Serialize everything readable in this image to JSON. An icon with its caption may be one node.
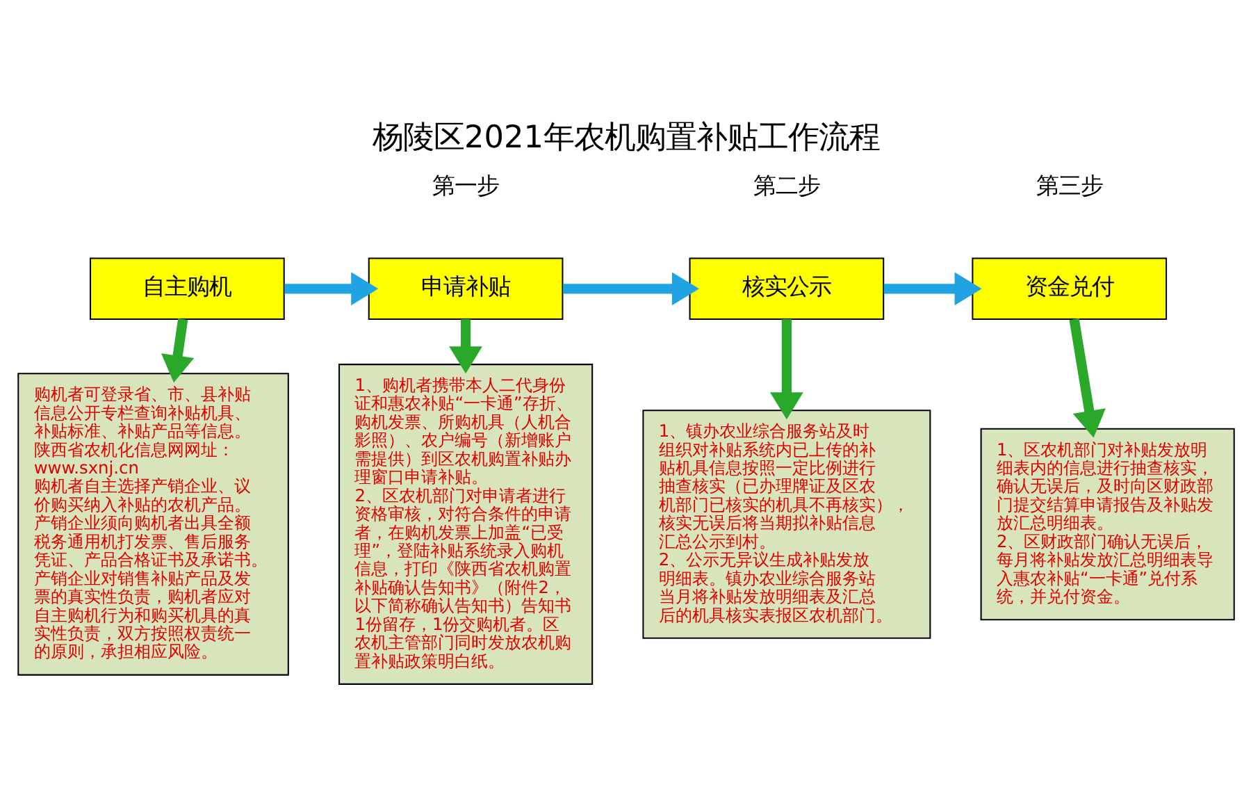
{
  "diagram": {
    "title": "杨陵区2021年农机购置补贴工作流程",
    "nodes": [
      {
        "text": [
          "自主购机"
        ]
      },
      {
        "text": [
          "申请补贴"
        ],
        "beside": [
          "第一步"
        ]
      },
      {
        "text": [
          "核实公示"
        ],
        "beside": [
          "第二步"
        ]
      },
      {
        "text": [
          "资金兑付"
        ],
        "beside": [
          "第三步"
        ]
      },
      {
        "text": [
          "购机者可登录省、市、县补贴信息公开专栏查询补贴机具、补贴标准、补贴产品等信息。陕西省农机化信息网网址：www.sxnj.cn",
          "购机者自主选择产销企业、议价购买纳入补贴的农机产品。产销企业须向购机者出具全额税务通用机打发票、售后服务凭证、产品合格证书及承诺书。",
          "产销企业对销售补贴产品及发票的真实性负责，购机者应对自主购机行为和购买机具的真实性负责，双方按照权责统一的原则，承担相应风险。"
        ]
      },
      {
        "text": [
          "1、购机者携带本人二代身份证和惠农补贴“一卡通”存折、购机发票、所购机具（人机合影照）、农户编号（新增账户需提供）到区农机购置补贴办理窗口申请补贴。",
          "2、区农机部门对申请者进行资格审核，对符合条件的申请者，在购机发票上加盖“已受理”，登陆补贴系统录入购机信息，打印《陕西省农机购置补贴确认告知书》（附件2，以下简称确认告知书）告知书1份留存，1份交购机者。区农机主管部门同时发放农机购置补贴政策明白纸。"
        ]
      },
      {
        "text": [
          "1、镇办农业综合服务站及时组织对补贴系统内已上传的补贴机具信息按照一定比例进行抽查核实（已办理牌证及区农机部门已核实的机具不再核实），核实无误后将当期拟补贴信息汇总公示到村。",
          "2、公示无异议生成补贴发放明细表。镇办农业综合服务站当月将补贴发放明细表及汇总后的机具核实表报区农机部门。"
        ]
      },
      {
        "text": [
          "1、区农机部门对补贴发放明细表内的信息进行抽查核实，确认无误后，及时向区财政部门提交结算申请报告及补贴发放汇总明细表。",
          "2、区财政部门确认无误后，每月将补贴发放汇总明细表导入惠农补贴“一卡通”兑付系统，并兑付资金。"
        ]
      }
    ],
    "edges": [
      {
        "from": 0,
        "to": 1,
        "arrow": "to",
        "color": "#1fa3e3"
      },
      {
        "from": 1,
        "to": 2,
        "arrow": "to",
        "color": "#1fa3e3"
      },
      {
        "from": 2,
        "to": 3,
        "arrow": "to",
        "color": "#1fa3e3"
      },
      {
        "from": 0,
        "to": 4,
        "arrow": "to"
      },
      {
        "from": 1,
        "to": 5,
        "arrow": "to"
      },
      {
        "from": 2,
        "to": 6,
        "arrow": "to"
      },
      {
        "from": 3,
        "to": 7,
        "arrow": "to"
      }
    ]
  }
}
